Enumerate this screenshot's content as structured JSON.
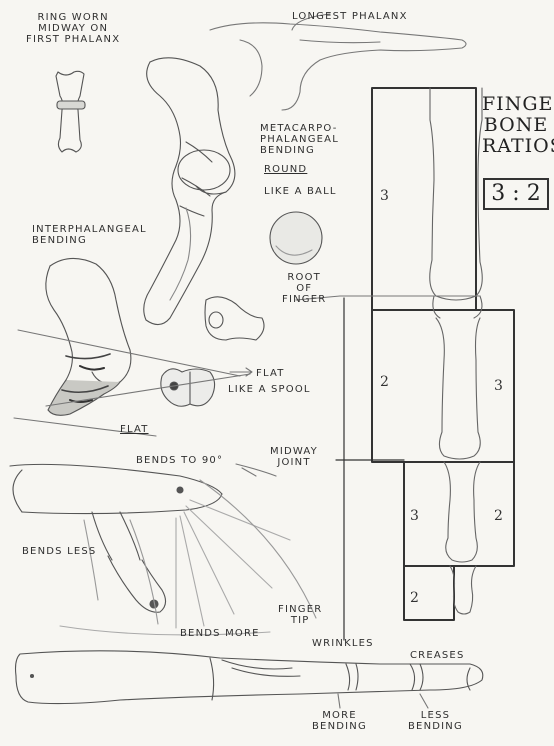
{
  "labels": {
    "ring_worn": [
      "RING WORN",
      "MIDWAY ON",
      "FIRST PHALANX"
    ],
    "longest_phalanx": "LONGEST PHALANX",
    "metacarpo": [
      "METACARPO-",
      "PHALANGEAL",
      "BENDING"
    ],
    "round": "ROUND",
    "like_a_ball": "LIKE A BALL",
    "interphalangeal": [
      "INTERPHALANGEAL",
      "BENDING"
    ],
    "root_of_finger": [
      "ROOT",
      "OF",
      "FINGER"
    ],
    "flat_spool": "FLAT",
    "like_a_spool": "LIKE A SPOOL",
    "flat": "FLAT",
    "bends_to_90": "BENDS TO 90°",
    "midway_joint": [
      "MIDWAY",
      "JOINT"
    ],
    "bends_less": "BENDS LESS",
    "finger_tip": [
      "FINGER",
      "TIP"
    ],
    "bends_more": "BENDS MORE",
    "wrinkles": "WRINKLES",
    "creases": "CREASES",
    "more_bending": [
      "MORE",
      "BENDING"
    ],
    "less_bending": [
      "LESS",
      "BENDING"
    ]
  },
  "title": [
    "FINGER",
    "BONE",
    "RATIOS"
  ],
  "ratio": "3 : 2",
  "segments": {
    "top_left": "3",
    "mid_left": "2",
    "mid_right": "3",
    "low_left": "3",
    "low_right": "2",
    "tip_left": "2"
  }
}
